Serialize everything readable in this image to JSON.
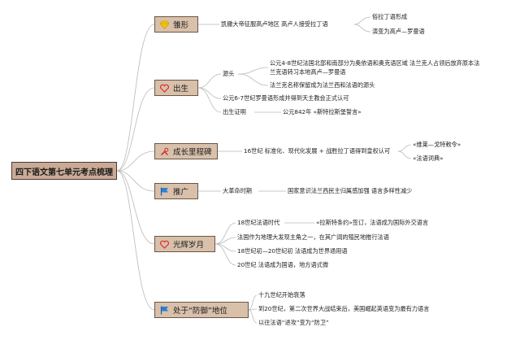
{
  "root": "四下语文第七单元考点梳理",
  "colors": {
    "root_fill": "#c9aa96",
    "branch_fill": "#d8c0ab",
    "connector": "#b9b9b9",
    "diamond_icon": "#f2c20c",
    "heart_icon": "#d9302b",
    "flag_icon": "#2d7fd3"
  },
  "branches": {
    "b1": {
      "label": "雏形",
      "icon": "diamond-icon",
      "text": "凯撒大帝征服高卢地区 高卢人接受拉丁语",
      "subs": [
        "俗拉丁语形成",
        "演变为高卢—罗曼语"
      ]
    },
    "b2": {
      "label": "出生",
      "icon": "heart-icon",
      "source_label": "源头",
      "source_1_line1": "公元4-8世纪法国北部和南部分为奥依语和奥克语区域 法兰克人占领后放弃原本法",
      "source_1_line2": "兰克语转习本地高卢—罗曼语",
      "source_2": "法兰克名称保留成为法兰西和法语的源头",
      "item_2": "公元6-7世纪罗曼语形成并得到天主教会正式认可",
      "item_3_label": "出生证明",
      "item_3_value": "公元842年 «斯特拉斯堡誓言»"
    },
    "b3": {
      "label": "成长里程碑",
      "icon": "tools-icon",
      "text": "16世纪 标准化、现代化发展 + 战胜拉丁语得到皇权认可",
      "subs": [
        "«维莱—戈特敕令»",
        "«法语词典»"
      ]
    },
    "b4": {
      "label": "推广",
      "icon": "flag-icon",
      "text": "大革命时期",
      "sub": "国家意识法兰西民主归属感加强 语言多样性减少"
    },
    "b5": {
      "label": "光辉岁月",
      "icon": "heart-icon",
      "item_1_label": "18世纪法语时代",
      "item_1_value": "«拉斯特条约»签订，法语成为国际外交语言",
      "item_2": "法国作为地理大发现主角之一，在其广阔的殖民地推行法语",
      "item_3": "18世纪初—20世纪初  法语成为世界通用语",
      "item_4": "20世纪 法语成为国语，地方语式微"
    },
    "b6": {
      "label": "处于“防御”地位",
      "icon": "flag-icon",
      "item_1": "十九世纪开始衰落",
      "item_2": "到20世纪，第二次世界大战结束后，美国崛起英语变为最有力语言",
      "item_3": "以往法语“进攻”变为“防卫”"
    }
  }
}
